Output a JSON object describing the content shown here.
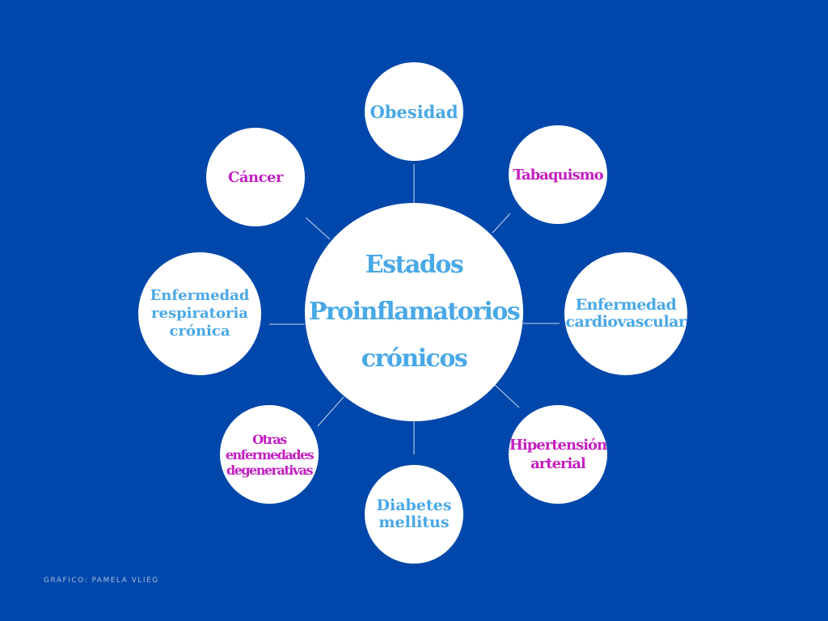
{
  "center": {
    "lines": [
      "Estados",
      "Proinflamatorios",
      "crónicos"
    ]
  },
  "nodes": {
    "obesidad": {
      "lines": [
        "Obesidad"
      ]
    },
    "tabaquismo": {
      "lines": [
        "Tabaquismo"
      ]
    },
    "cardio": {
      "lines": [
        "Enfermedad",
        "cardiovascular"
      ]
    },
    "hiper": {
      "lines": [
        "Hipertensión",
        "arterial"
      ]
    },
    "diabetes": {
      "lines": [
        "Diabetes",
        "mellitus"
      ]
    },
    "otras": {
      "lines": [
        "Otras",
        "enfermedades",
        "degenerativas"
      ]
    },
    "respir": {
      "lines": [
        "Enfermedad",
        "respiratoria",
        "crónica"
      ]
    },
    "cancer": {
      "lines": [
        "Cáncer"
      ]
    }
  },
  "credit": "GRÁFICO: PAMELA VLIEG",
  "colors": {
    "background": "#0047ab",
    "circle": "#ffffff",
    "blue_text": "#49a8e6",
    "magenta_text": "#c31fc0",
    "connector": "#c9d6ee"
  }
}
